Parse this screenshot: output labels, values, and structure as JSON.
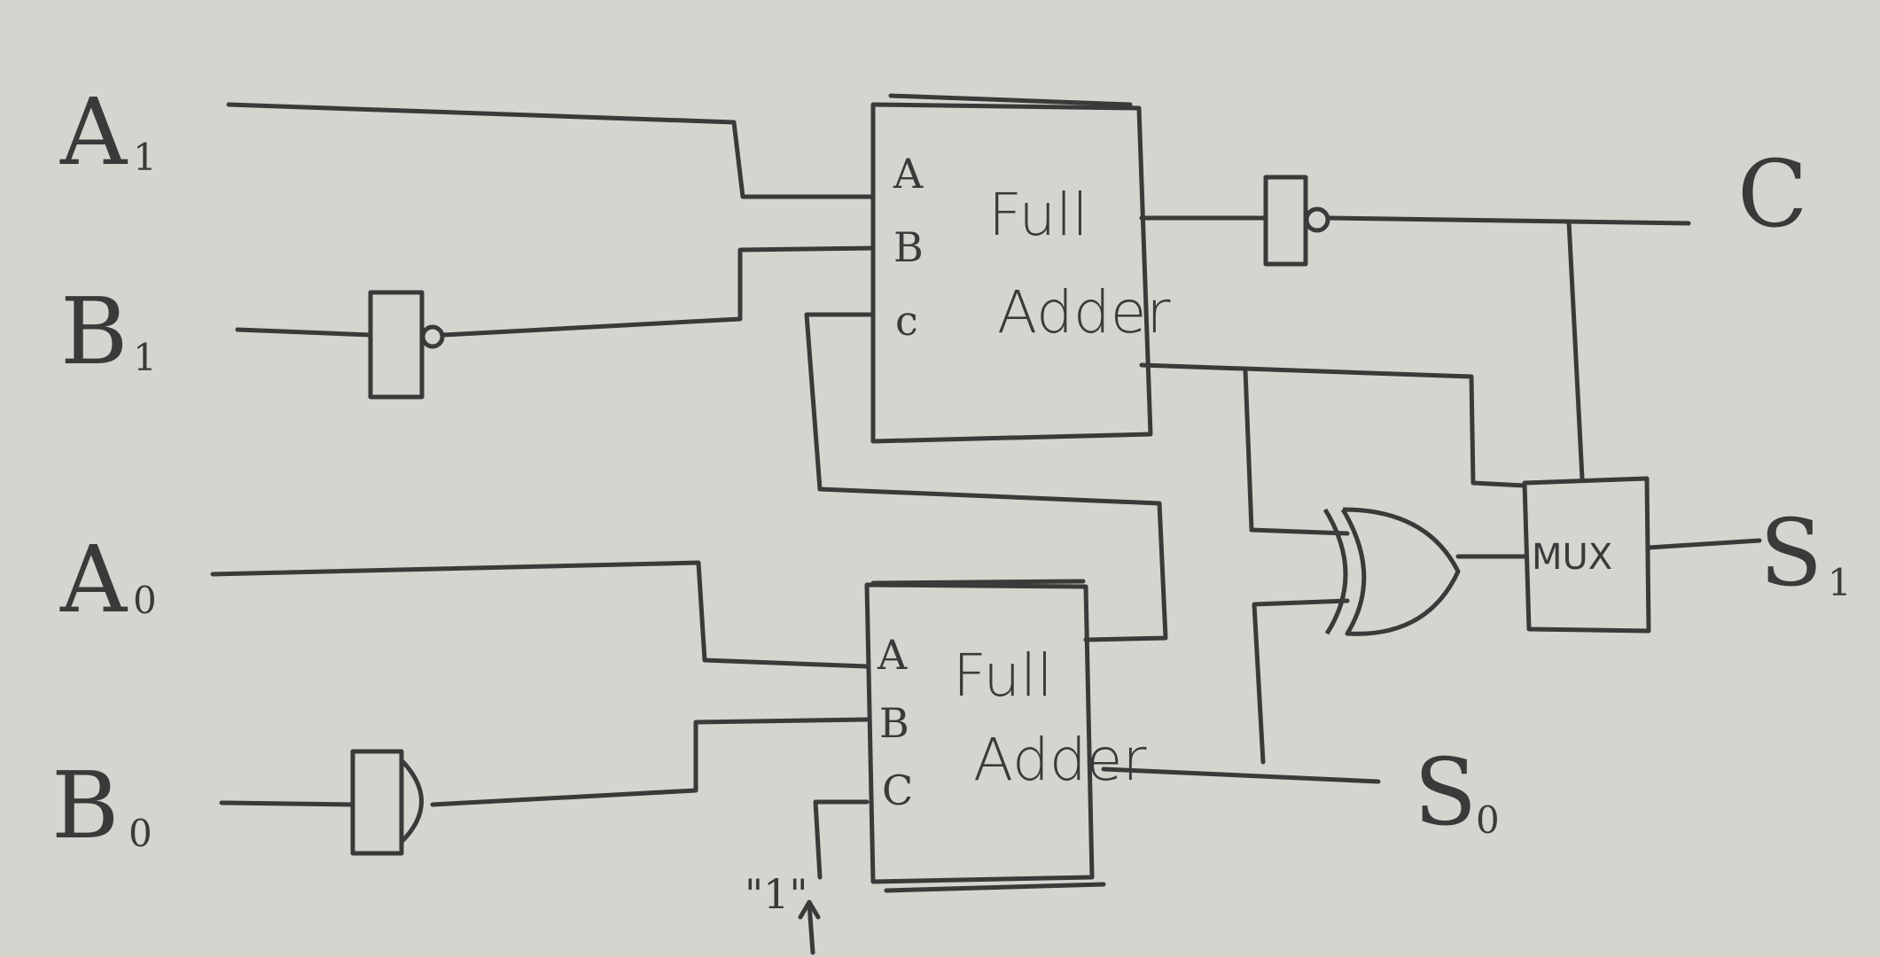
{
  "inputs": {
    "a1": {
      "main": "A",
      "sub": "1"
    },
    "b1": {
      "main": "B",
      "sub": "1"
    },
    "a0": {
      "main": "A",
      "sub": "0"
    },
    "b0": {
      "main": "B",
      "sub": "0"
    }
  },
  "outputs": {
    "c": {
      "main": "C",
      "sub": ""
    },
    "s1": {
      "main": "S",
      "sub": "1"
    },
    "s0": {
      "main": "S",
      "sub": "0"
    }
  },
  "full_adder_top": {
    "title_line1": "Full",
    "title_line2": "Adder",
    "pin_a": "A",
    "pin_b": "B",
    "pin_c": "c"
  },
  "full_adder_bottom": {
    "title_line1": "Full",
    "title_line2": "Adder",
    "pin_a": "A",
    "pin_b": "B",
    "pin_c": "C"
  },
  "mux": {
    "label": "MUX"
  },
  "carry_in": {
    "label": "\"1\""
  },
  "colors": {
    "background": "#d6d4cf",
    "ink": "#3a3a3a"
  }
}
